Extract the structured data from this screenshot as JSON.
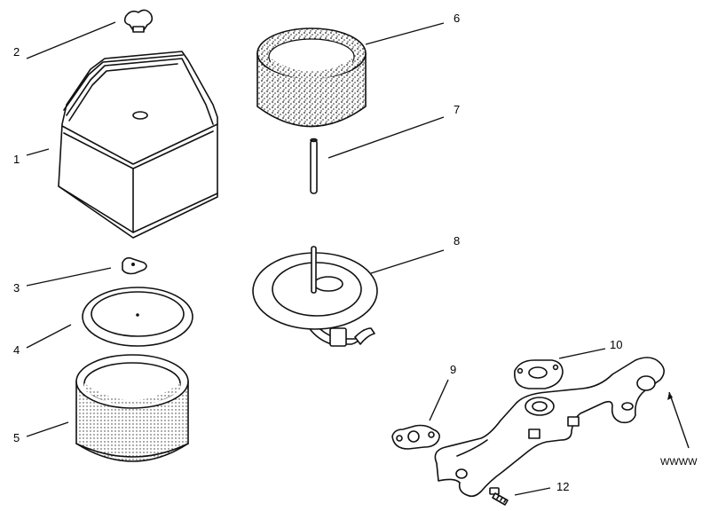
{
  "callouts": [
    "1",
    "2",
    "3",
    "4",
    "5",
    "6",
    "7",
    "8",
    "9",
    "10",
    "12"
  ],
  "reference_code": "WWWW",
  "colors": {
    "ink": "#111111",
    "paper": "#ffffff"
  }
}
